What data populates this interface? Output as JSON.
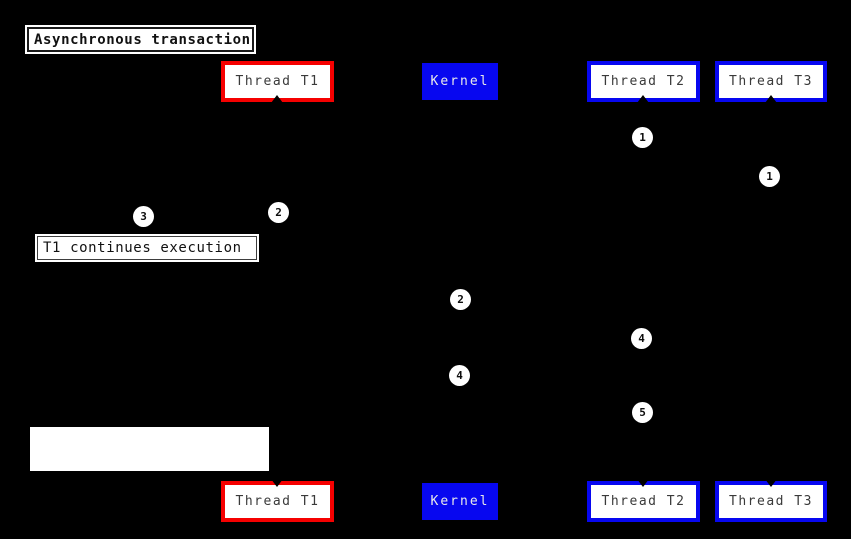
{
  "diagram": {
    "title": "Asynchronous transaction",
    "note": "T1 continues execution",
    "participants": {
      "t1": {
        "label": "Thread T1",
        "border_color": "#f50000",
        "fill_color": "#ffffff",
        "text_color": "#3a3a3a"
      },
      "kernel": {
        "label": "Kernel",
        "border_color": "#0707f0",
        "fill_color": "#0707f0",
        "text_color": "#e9e9e9"
      },
      "t2": {
        "label": "Thread T2",
        "border_color": "#0707f0",
        "fill_color": "#ffffff",
        "text_color": "#3a3a3a"
      },
      "t3": {
        "label": "Thread T3",
        "border_color": "#0707f0",
        "fill_color": "#ffffff",
        "text_color": "#3a3a3a"
      }
    },
    "markers": [
      {
        "step": "1"
      },
      {
        "step": "1"
      },
      {
        "step": "3"
      },
      {
        "step": "2"
      },
      {
        "step": "2"
      },
      {
        "step": "4"
      },
      {
        "step": "4"
      },
      {
        "step": "5"
      }
    ],
    "colors": {
      "background": "#000000",
      "red_accent": "#f50000",
      "blue_accent": "#0707f0",
      "box_fill": "#ffffff",
      "marker_fill": "#ffffff",
      "marker_text": "#0d0d0d"
    }
  }
}
